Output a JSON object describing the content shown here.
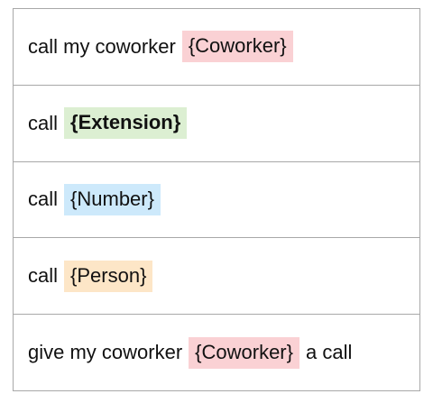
{
  "colors": {
    "coworker": "#fad1d4",
    "extension": "#dcefd2",
    "number": "#cde9fb",
    "person": "#fde6c7"
  },
  "rows": [
    {
      "segments": [
        {
          "type": "text",
          "text": "call my coworker"
        },
        {
          "type": "slot",
          "text": "{Coworker}",
          "color": "coworker",
          "bold": false
        }
      ]
    },
    {
      "segments": [
        {
          "type": "text",
          "text": "call"
        },
        {
          "type": "slot",
          "text": "{Extension}",
          "color": "extension",
          "bold": true
        }
      ]
    },
    {
      "segments": [
        {
          "type": "text",
          "text": "call"
        },
        {
          "type": "slot",
          "text": "{Number}",
          "color": "number",
          "bold": false
        }
      ]
    },
    {
      "segments": [
        {
          "type": "text",
          "text": "call"
        },
        {
          "type": "slot",
          "text": "{Person}",
          "color": "person",
          "bold": false
        }
      ]
    },
    {
      "segments": [
        {
          "type": "text",
          "text": "give my coworker"
        },
        {
          "type": "slot",
          "text": "{Coworker}",
          "color": "coworker",
          "bold": false
        },
        {
          "type": "text",
          "text": "a call"
        }
      ]
    }
  ]
}
